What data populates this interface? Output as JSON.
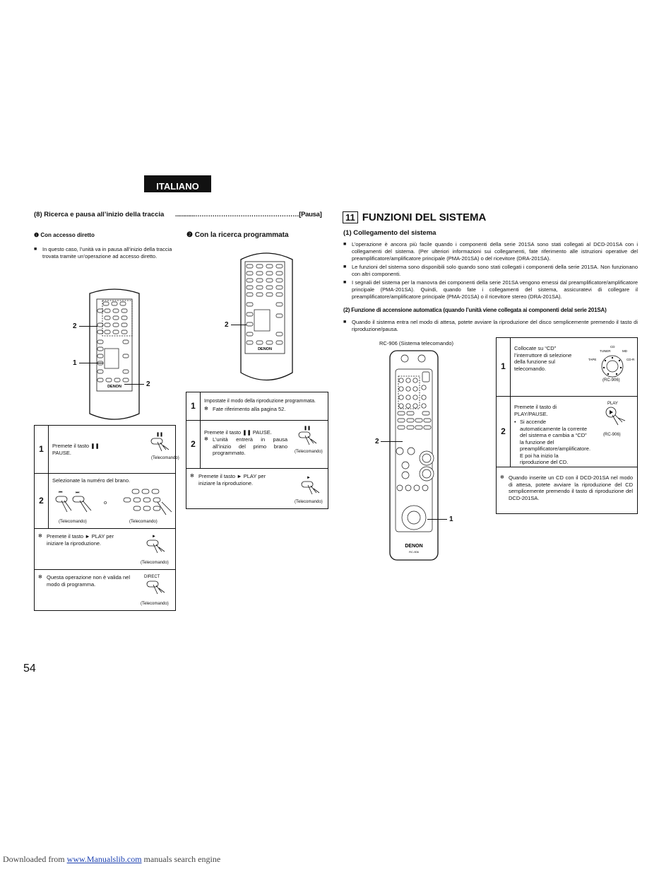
{
  "header": {
    "language": "ITALIANO"
  },
  "left": {
    "section8": {
      "title": "(8)   Ricerca e pausa all’inizio della traccia",
      "leader": "............…………………………………………[Pausa]"
    },
    "direct": {
      "heading": "❶  Con accesso diretto",
      "bullet": "In questo caso, l’unità va in pausa all’inizio della traccia trovata tramite un’operazione ad accesso diretto."
    },
    "program": {
      "heading": "❷  Con la ricerca programmata"
    },
    "remote_labels": {
      "one": "1",
      "two_a": "2",
      "two_b": "2",
      "two_c": "2"
    },
    "remote_brand": "DENON",
    "table1": {
      "step1_num": "1",
      "step1_text": "Premete il tasto ❚❚ PAUSE.",
      "step1_caption": "(Telecomando)",
      "step2_num": "2",
      "step2_text": "Selezionate la numéro del brano.",
      "step2_or": "o",
      "step2_caption_a": "(Telecomando)",
      "step2_caption_b": "(Telecomando)",
      "note1": "Premete il tasto ► PLAY per iniziare la riproduzione.",
      "note1_caption": "(Telecomando)",
      "note2": "Questa operazione non è valida nel modo di programma.",
      "note2_key": "DIRECT",
      "note2_caption": "(Telecomando)"
    },
    "table2": {
      "step1_num": "1",
      "step1_text": "Impostate il modo della riproduzione programmata.",
      "step1_note": "Fate riferimento alla pagina 52.",
      "step2_num": "2",
      "step2_text": "Premete il tasto ❚❚ PAUSE.",
      "step2_note": "L’unità entrerà in pausa all’inizio del primo brano programmato.",
      "step2_caption": "(Telecomando)",
      "note": "Premete il tasto ► PLAY per iniziare la riproduzione.",
      "note_caption": "(Telecomando)"
    }
  },
  "right": {
    "title_num": "11",
    "title": "FUNZIONI DEL SISTEMA",
    "sub1": "(1)  Collegamento del sistema",
    "bullets1": [
      "L’operazione è ancora più facile quando i componenti della serie 201SA sono stati collegati al DCD-201SA con i collegamenti del sistema. (Per ulteriori informazioni sui collegamenti, fate riferimento alle istruzioni operative del preamplificatore/amplificatore principale  (PMA-201SA) o del ricevitore (DRA-201SA).",
      "Le funzioni del sistema sono disponibili solo quando sono stati collegati i componenti della serie 201SA. Non funzionano con altri componenti.",
      "I segnali del sistema per la manovra dei componenti della serie 201SA vengono emessi dal preamplificatore/amplificatore principale (PMA-201SA). Quindi, quando fate i collegamenti del sistema, assicuratevi di collegare il preamplificatore/amplificatore principale (PMA-201SA) o il ricevitore stereo (DRA-201SA)."
    ],
    "sub2": "(2)  Funzione di accensione automatica (quando l’unità viene collegata ai componenti delal serie 201SA)",
    "bullet2": "Quando il sistema entra nel modo di attesa, potete avviare la riproduzione del disco semplicemente premendo il tasto di riproduzione/pausa.",
    "remote_caption": "RC-906 (Sistema telecomando)",
    "remote_brand": "DENON",
    "remote_model": "RC-906",
    "remote_labels": {
      "two": "2",
      "one": "1"
    },
    "table": {
      "step1_num": "1",
      "step1_text": "Collocate su “CD” l’interruttore di selezione della funzione sul telecomando.",
      "step1_caption": "(RC-906)",
      "dial_labels": [
        "TUNER",
        "CD",
        "MD",
        "TAPE",
        "CD-R"
      ],
      "step2_num": "2",
      "step2_text": "Premete il tasto di PLAY/PAUSE.",
      "step2_bullet": "Si accende automaticamente la corrente del sistema e cambia a “CD” la funzione del preamplificatore/amplificatore. E poi ha inizio la riproduzione del CD.",
      "step2_key": "PLAY",
      "step2_caption": "(RC-906)",
      "note": "Quando inserite un CD con il DCD-201SA nel modo di attesa, potete avviare la riproduzione del CD semplicemente premendo il tasto di riproduzione del DCD-201SA."
    }
  },
  "page_number": "54",
  "footer": {
    "prefix": "Downloaded from ",
    "link": "www.Manualslib.com",
    "suffix": " manuals search engine"
  }
}
